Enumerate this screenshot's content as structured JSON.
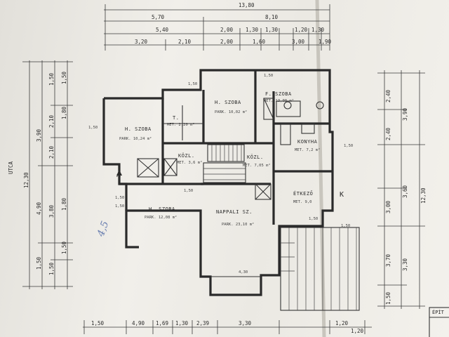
{
  "street_label": "UTCA",
  "entrance_marker": "A",
  "side_marker": "K",
  "pen_note": "4,5",
  "top_dims": {
    "row1": [
      "13,80"
    ],
    "row2": [
      "5,70",
      "8,10"
    ],
    "row3": [
      "5,40",
      "2,00",
      "1,30",
      "1,30",
      "1,20",
      "1,30"
    ],
    "row4": [
      "3,20",
      "2,10",
      "2,00",
      "1,60",
      "3,00",
      "1,90"
    ]
  },
  "bottom_dims": [
    "1,50",
    "4,90",
    "1,69",
    "1,30",
    "2,39",
    "3,30",
    "1,20",
    "1,20"
  ],
  "left_dims": {
    "outer": [
      "12,30"
    ],
    "mid": [
      "3,90",
      "4,90",
      "1,50"
    ],
    "inner": [
      "1,50",
      "2,10",
      "2,10",
      "3,80",
      "1,50"
    ],
    "ticks": [
      "1,50",
      "1,80",
      "1,80",
      "1,50"
    ]
  },
  "right_dims": {
    "outer": [
      "12,30"
    ],
    "mid": [
      "3,90",
      "3,60",
      "3,30"
    ],
    "inner": [
      "2,40",
      "2,40",
      "3,00",
      "3,70",
      "1,50"
    ]
  },
  "rooms": [
    {
      "name": "H. SZOBA",
      "area": "PARK. 10,02 m²"
    },
    {
      "name": "F. SZOBA",
      "area": "MET. 13,00 m²"
    },
    {
      "name": "H. SZOBA",
      "area": "PARK. 10,24 m²"
    },
    {
      "name": "T.",
      "area": "MET. 2,20 m²"
    },
    {
      "name": "KÖZL.",
      "area": "MET. 3,6 m²"
    },
    {
      "name": "KÖZL.",
      "area": "MET. 7,05 m²"
    },
    {
      "name": "KONYHA",
      "area": "MET. 7,2 m²"
    },
    {
      "name": "ÉTKEZŐ",
      "area": "MET. 9,0"
    },
    {
      "name": "H. SZOBA",
      "area": "PARK. 12,08 m²"
    },
    {
      "name": "NAPPALI SZ.",
      "area": "PARK. 23,10 m²"
    }
  ],
  "wall_dims": [
    "1,50",
    "1,50",
    "1,50",
    "1,50",
    "1,50",
    "1,50",
    "1,50",
    "1,50",
    "4,30",
    "1,50"
  ],
  "stamp": "ÉPÍT"
}
